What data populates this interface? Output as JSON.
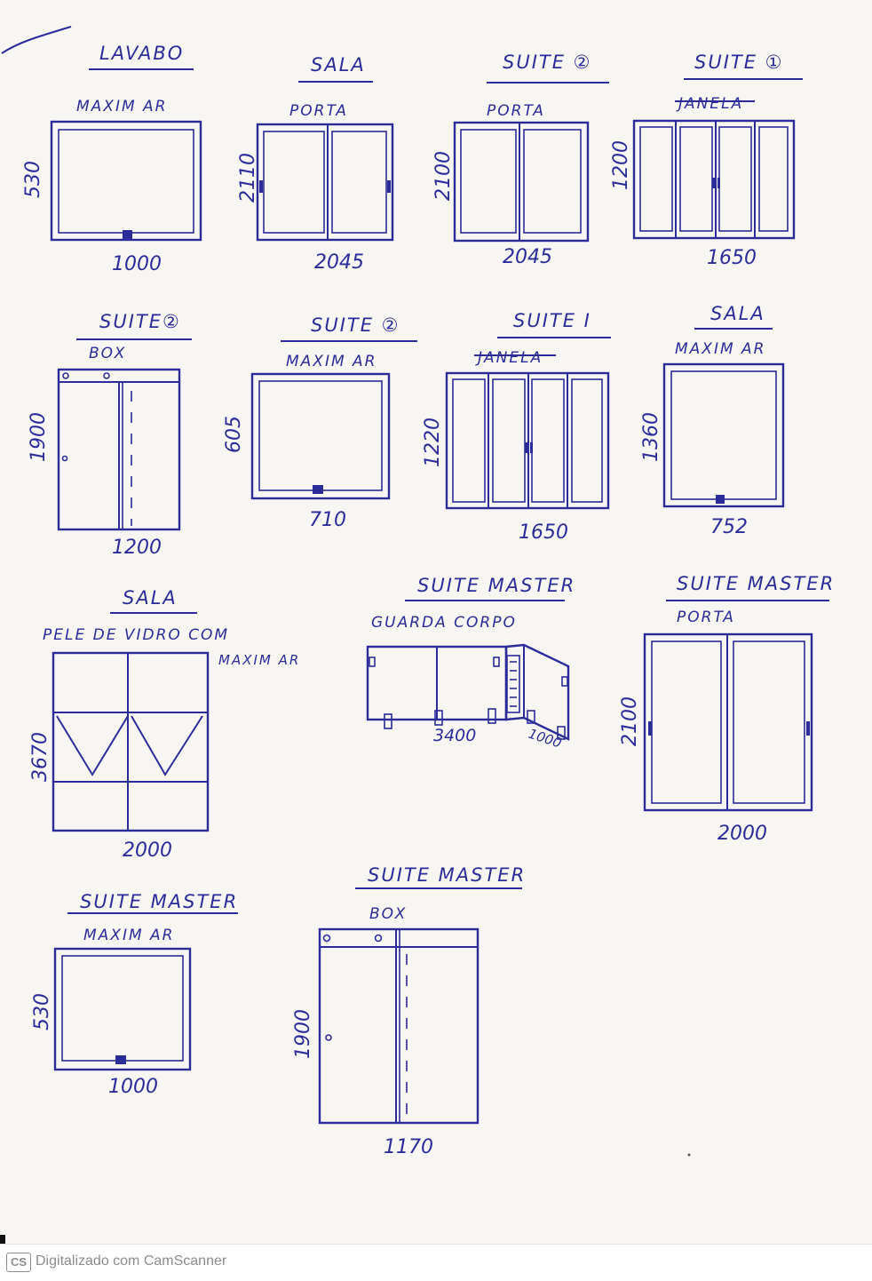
{
  "drawings": [
    {
      "room": "LAVABO",
      "type": "MAXIM AR",
      "height": "530",
      "width": "1000"
    },
    {
      "room": "SALA",
      "type": "PORTA",
      "height": "2110",
      "width": "2045"
    },
    {
      "room": "SUITE ②",
      "type": "PORTA",
      "height": "2100",
      "width": "2045"
    },
    {
      "room": "SUITE ①",
      "type": "JANELA",
      "height": "1200",
      "width": "1650"
    },
    {
      "room": "SUITE②",
      "type": "BOX",
      "height": "1900",
      "width": "1200"
    },
    {
      "room": "SUITE ②",
      "type": "MAXIM AR",
      "height": "605",
      "width": "710"
    },
    {
      "room": "SUITE Ⅰ",
      "type": "JANELA",
      "height": "1220",
      "width": "1650"
    },
    {
      "room": "SALA",
      "type": "MAXIM AR",
      "height": "1360",
      "width": "752"
    },
    {
      "room": "SALA",
      "type": "PELE DE VIDRO COM",
      "type2": "MAXIM AR",
      "height": "3670",
      "width": "2000"
    },
    {
      "room": "SUITE MASTER",
      "type": "GUARDA CORPO",
      "width": "3400",
      "depth": "1000"
    },
    {
      "room": "SUITE MASTER",
      "type": "PORTA",
      "height": "2100",
      "width": "2000"
    },
    {
      "room": "SUITE MASTER",
      "type": "MAXIM AR",
      "height": "530",
      "width": "1000"
    },
    {
      "room": "SUITE MASTER",
      "type": "BOX",
      "height": "1900",
      "width": "1170"
    }
  ],
  "footer": {
    "logo": "CS",
    "text": "Digitalizado com CamScanner"
  },
  "colors": {
    "ink": "#2b2c9a",
    "paper": "#f7f6f2",
    "footer_text": "#8c8c8c"
  }
}
